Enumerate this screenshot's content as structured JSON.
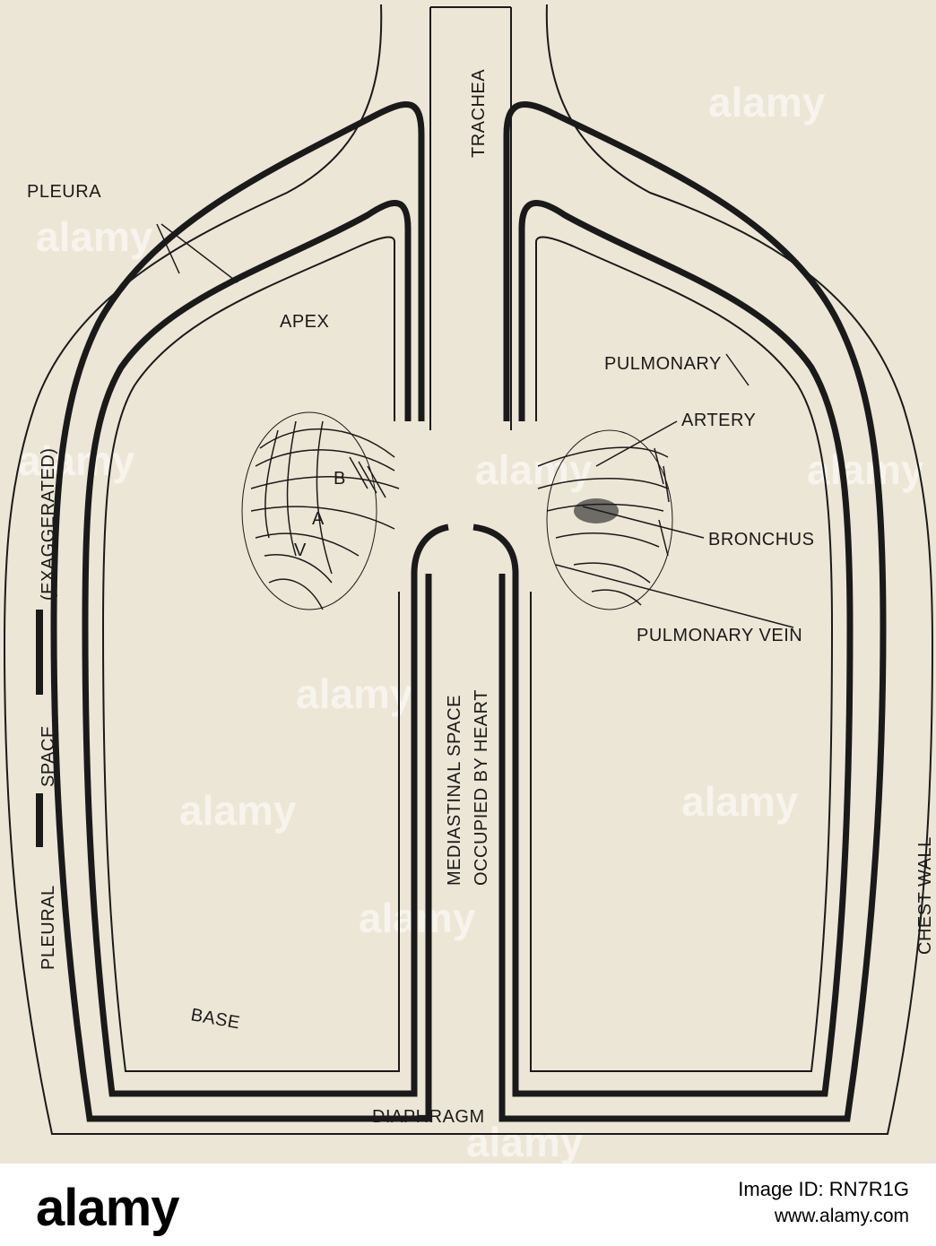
{
  "labels": {
    "trachea": "TRACHEA",
    "pleura": "PLEURA",
    "apex": "APEX",
    "pulmonary": "PULMONARY",
    "artery": "ARTERY",
    "bronchus": "BRONCHUS",
    "pulmonary_vein": "PULMONARY VEIN",
    "pleural": "PLEURAL",
    "space": "SPACE",
    "exaggerated": "(EXAGGERATED)",
    "mediastinal_line1": "MEDIASTINAL SPACE",
    "mediastinal_line2": "OCCUPIED BY HEART",
    "chest_wall": "CHEST WALL",
    "base": "BASE",
    "diaphragm": "DIAPHRAGM",
    "root_b": "B",
    "root_a": "A",
    "root_v": "V"
  },
  "watermark": {
    "text": "alamy"
  },
  "footer": {
    "logo": "alamy",
    "image_id": "Image ID: RN7R1G",
    "site": "www.alamy.com"
  },
  "colors": {
    "paper": "#ece6d6",
    "ink": "#1a1a1a",
    "footer_bg": "#ffffff"
  }
}
